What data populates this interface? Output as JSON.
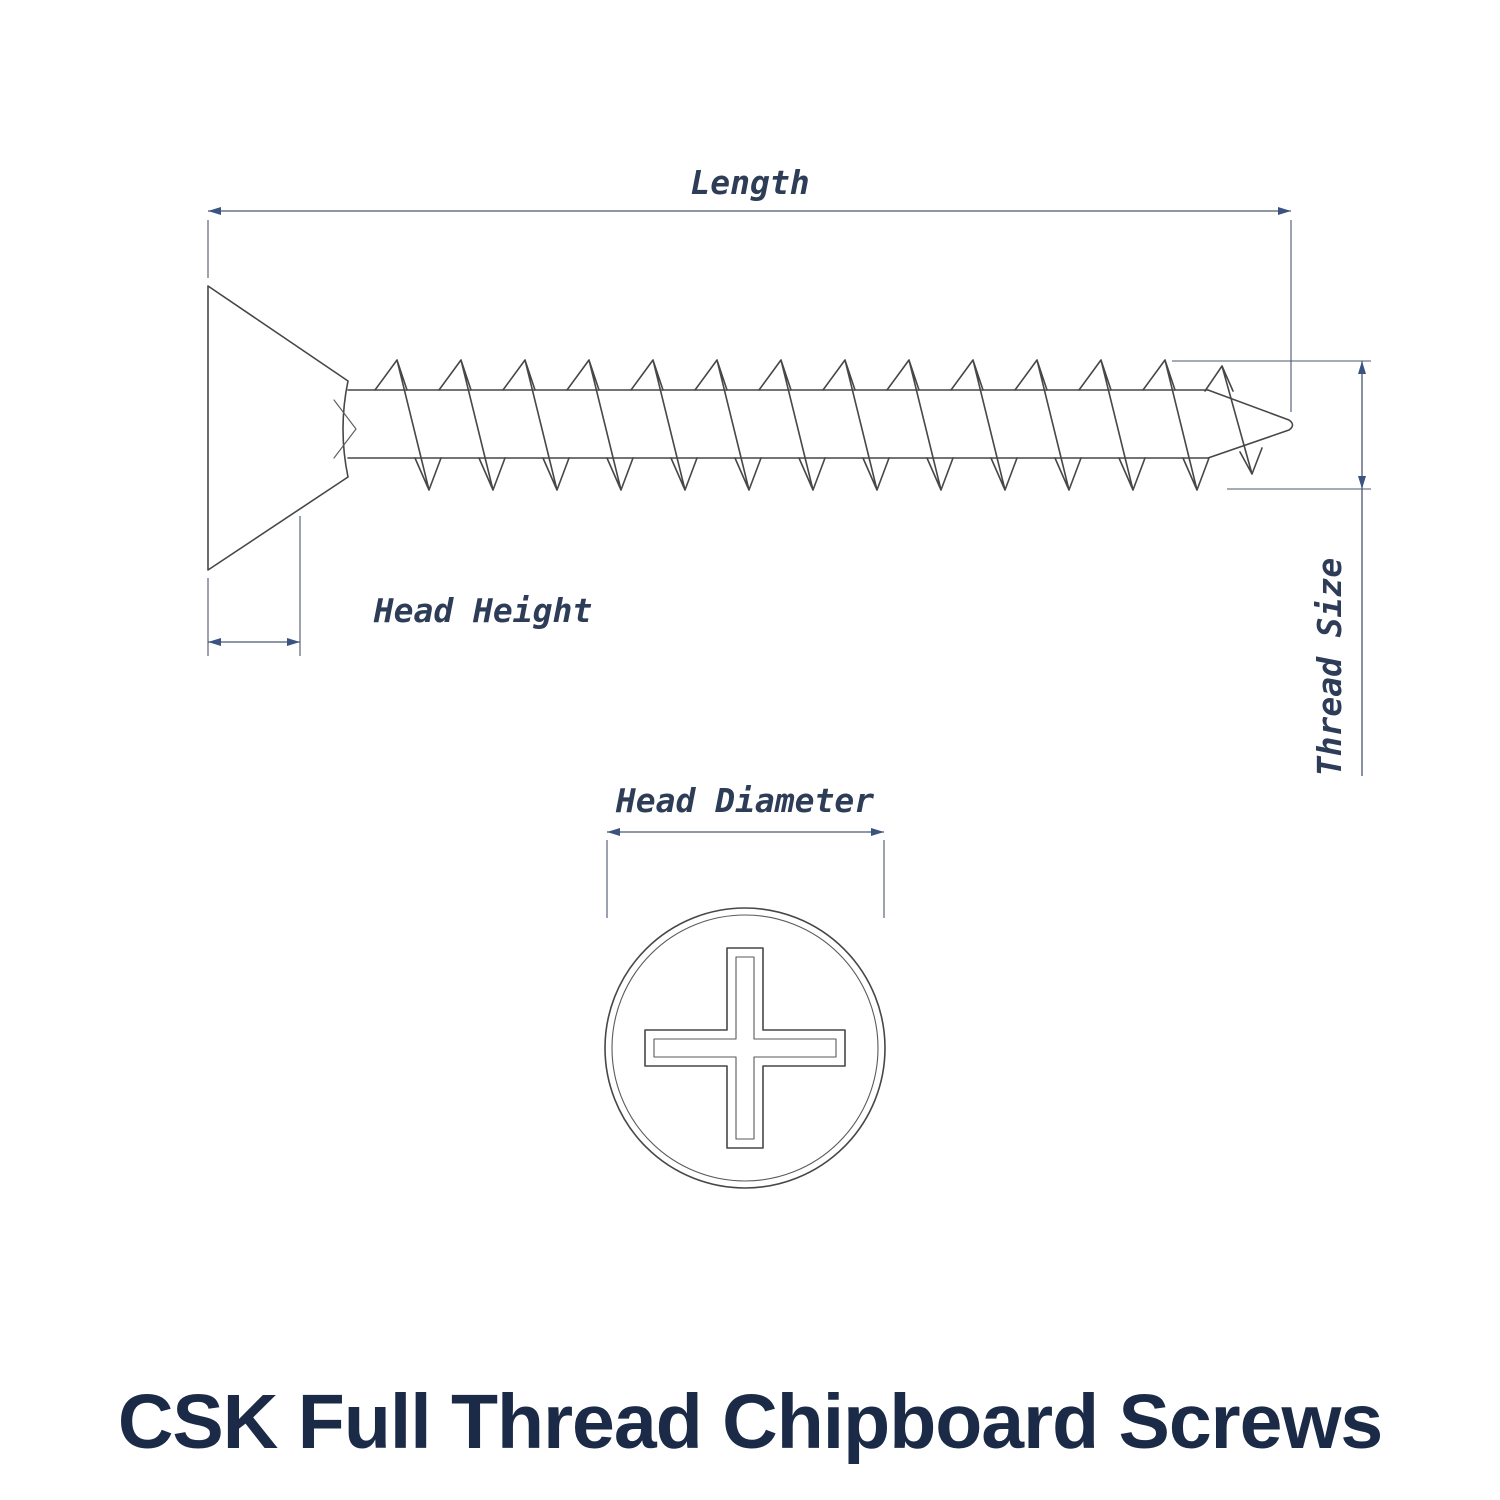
{
  "side_view": {
    "length_label": "Length",
    "head_height_label": "Head Height",
    "thread_size_label": "Thread Size"
  },
  "top_view": {
    "head_diameter_label": "Head Diameter"
  },
  "title": "CSK Full Thread Chipboard Screws",
  "colors": {
    "drawing_line": "#474747",
    "dimension_line": "#4c5770",
    "arrow": "#3a5380",
    "label_text": "#2e3d57",
    "title_text": "#1b2b47",
    "background": "#ffffff"
  }
}
